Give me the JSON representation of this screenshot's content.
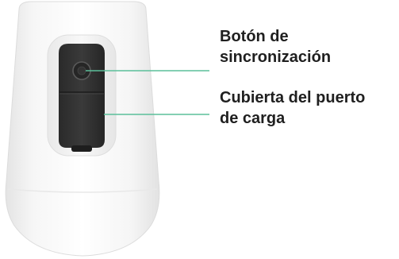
{
  "callouts": {
    "sync_button": {
      "line1": "Botón de",
      "line2": "sincronización"
    },
    "charging_port_cover": {
      "line1": "Cubierta del puerto",
      "line2": "de carga"
    }
  },
  "colors": {
    "leader_line": "#5bbf9a",
    "text": "#1f1f1f",
    "camera_body": "#f7f7f7",
    "panel": "#2d2d2d"
  }
}
